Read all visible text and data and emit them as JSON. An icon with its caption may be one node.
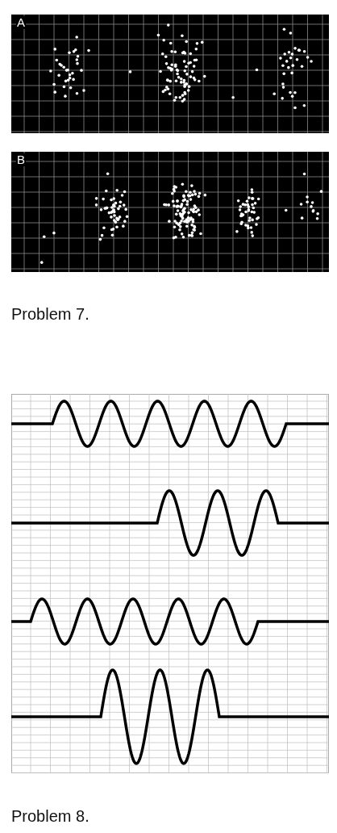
{
  "diagram": {
    "nodes": [
      {
        "text": [
          "A"
        ]
      },
      {
        "text": [
          "B"
        ]
      }
    ],
    "labels": [
      "Problem 7.",
      "Problem 8."
    ]
  }
}
